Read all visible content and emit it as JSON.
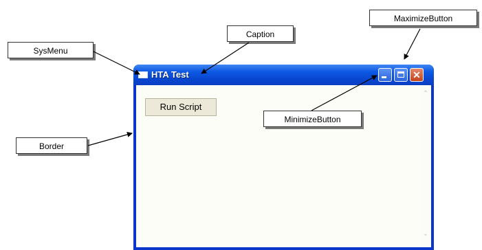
{
  "window": {
    "title": "HTA Test",
    "run_button_label": "Run Script"
  },
  "annotations": {
    "sysmenu": "SysMenu",
    "caption": "Caption",
    "maximize_button": "MaximizeButton",
    "minimize_button": "MinimizeButton",
    "border": "Border"
  },
  "glyphs": {
    "close": "✕",
    "scroll_up": "⌃",
    "scroll_down": "⌄"
  },
  "colors": {
    "titlebar": "#0c59e4",
    "window_frame": "#0a37c9",
    "close_button": "#c4421c",
    "client_background": "#fdfdf8"
  }
}
